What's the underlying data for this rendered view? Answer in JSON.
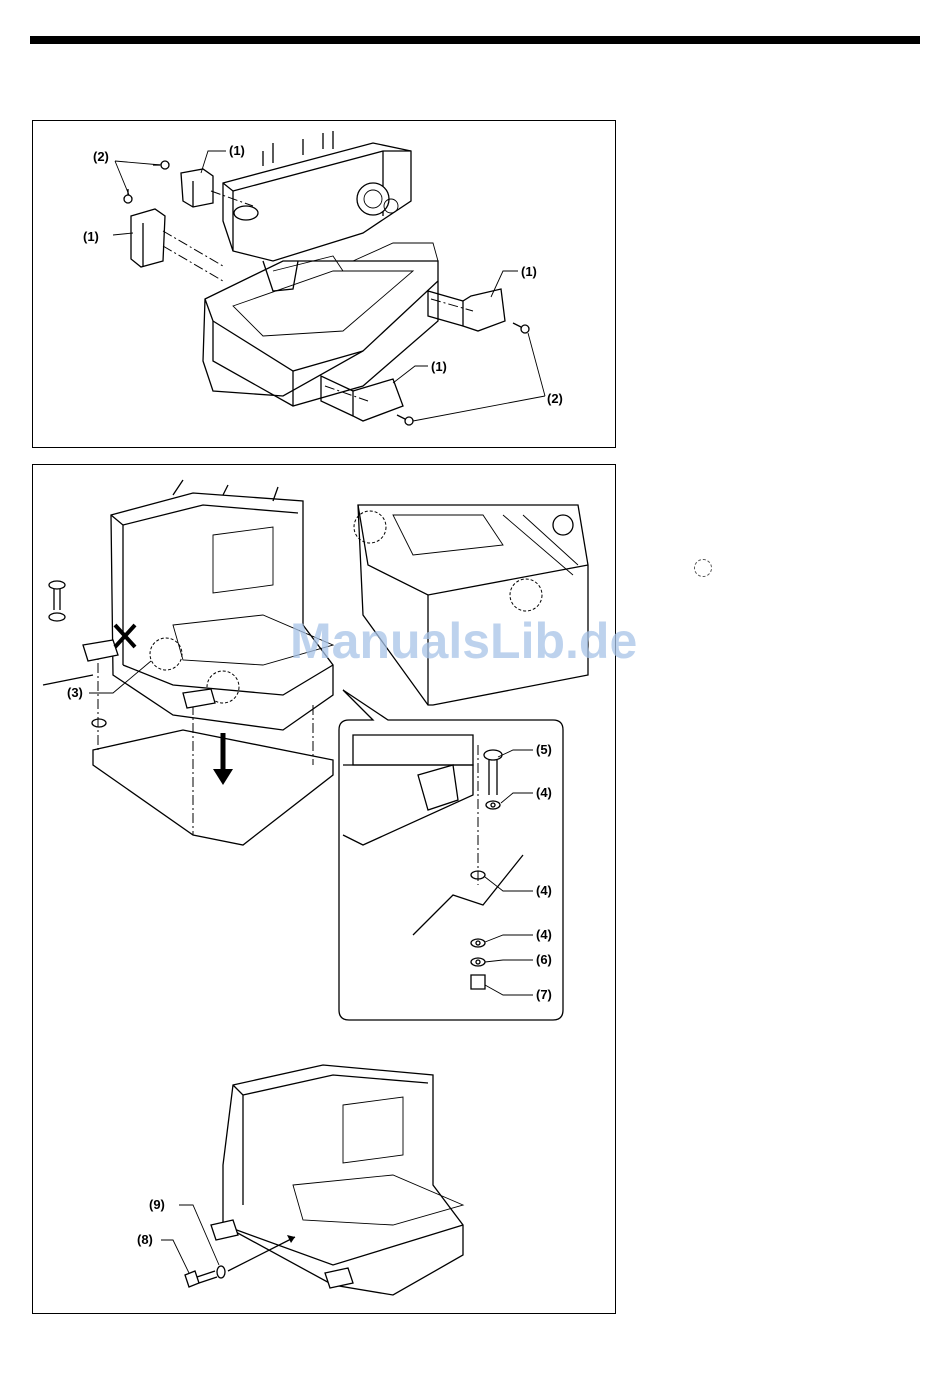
{
  "header": {
    "rule_color": "#000000"
  },
  "watermark": {
    "text": "ManualsLib.de",
    "color": "#a8c4e8"
  },
  "figure1": {
    "labels": {
      "l1_top": "(1)",
      "l2_top": "(2)",
      "l1_left": "(1)",
      "l1_right": "(1)",
      "l1_front": "(1)",
      "l2_right": "(2)"
    }
  },
  "figure2": {
    "labels": {
      "l3": "(3)"
    },
    "detail_labels": {
      "l5": "(5)",
      "l4a": "(4)",
      "l4b": "(4)",
      "l4c": "(4)",
      "l6": "(6)",
      "l7": "(7)"
    }
  },
  "figure3": {
    "labels": {
      "l9": "(9)",
      "l8": "(8)"
    }
  }
}
